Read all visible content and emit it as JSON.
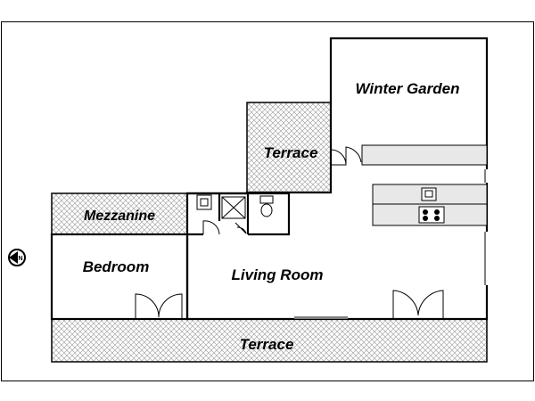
{
  "rooms": {
    "winter_garden": "Winter Garden",
    "terrace_upper": "Terrace",
    "mezzanine": "Mezzanine",
    "bedroom": "Bedroom",
    "living_room": "Living Room",
    "terrace_lower": "Terrace"
  },
  "compass": {
    "letter": "N",
    "icon": "north-arrow-icon"
  },
  "colors": {
    "hatch": "#bdbdbd",
    "counter": "#e8e8e8",
    "wall": "#000000"
  }
}
